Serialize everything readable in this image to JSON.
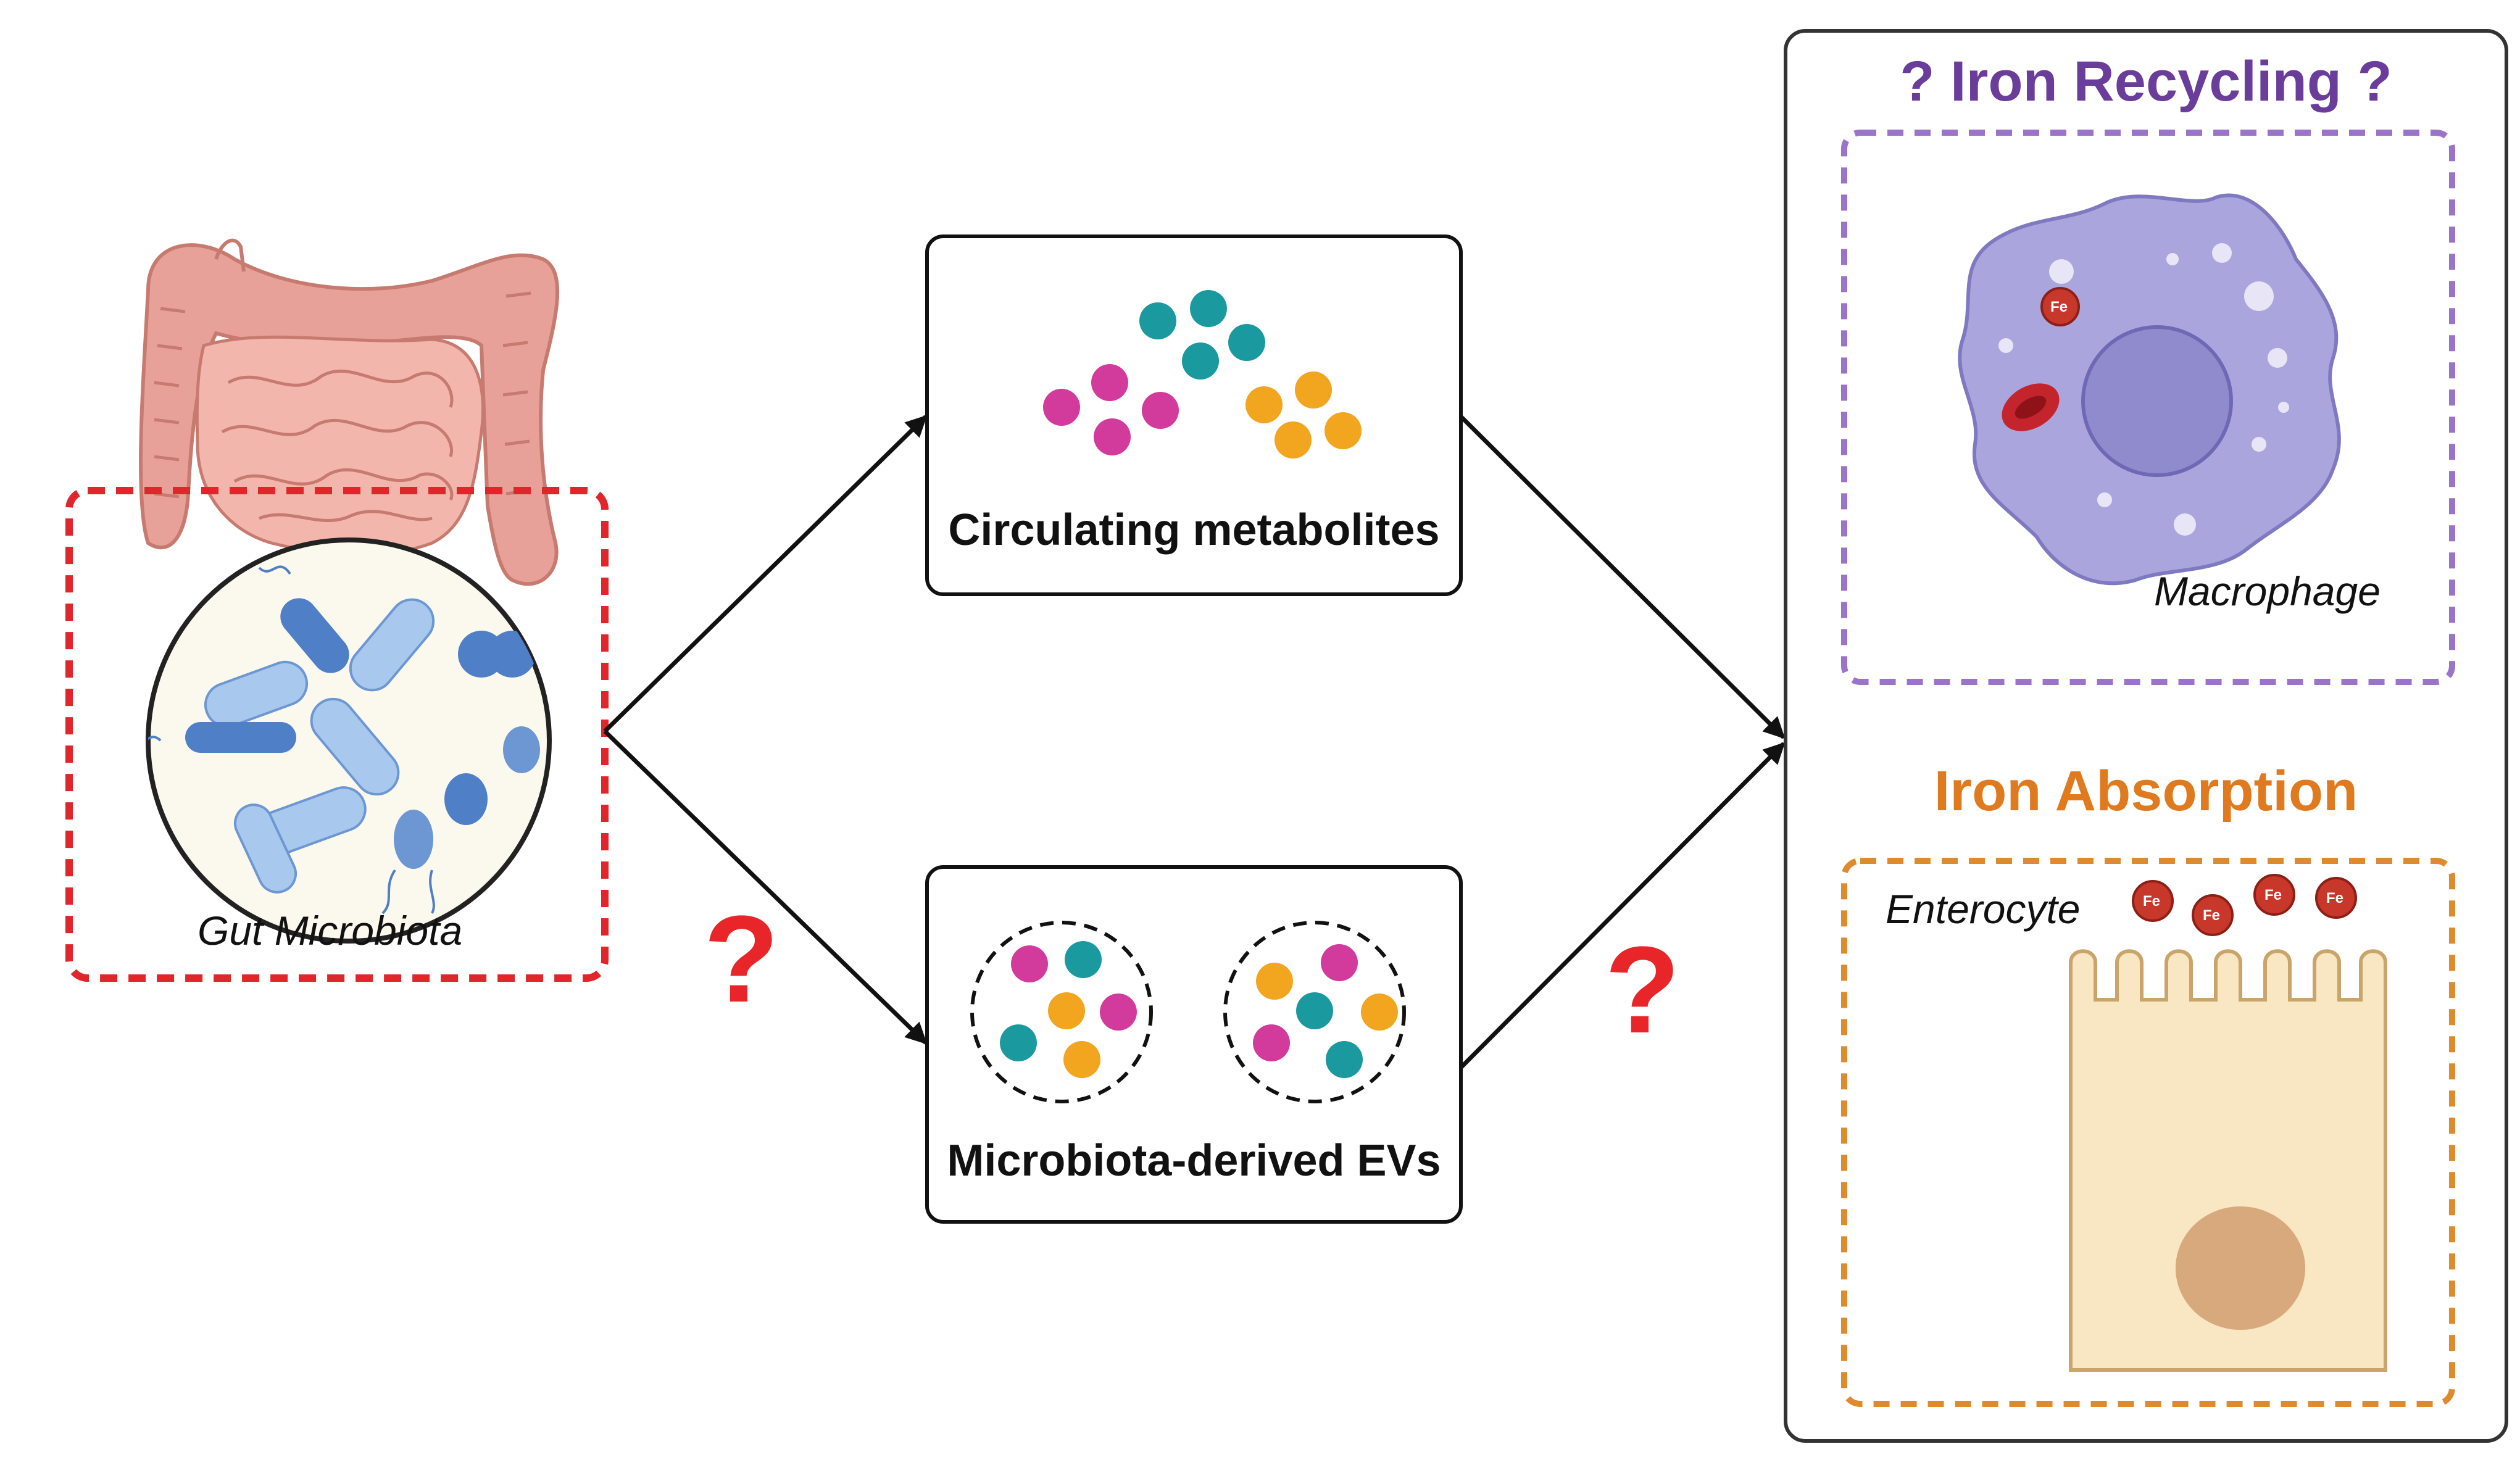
{
  "source": {
    "label": "Gut Microbiota",
    "colors": {
      "dashed_border": "#e0262a",
      "bacteria_dark": "#4f7fc6",
      "bacteria_light": "#a9c8ee",
      "intestine": "#e8a198"
    }
  },
  "pathways": [
    {
      "id": "metabolites",
      "label": "Circulating metabolites"
    },
    {
      "id": "evs",
      "label": "Microbiota-derived EVs"
    }
  ],
  "question_marks": [
    "?",
    "?"
  ],
  "targets": {
    "recycling": {
      "title": "? Iron Recycling ?",
      "title_color": "#6a3d9a",
      "cell_label": "Macrophage",
      "iron_label": "Fe",
      "border_color": "#9a74c9"
    },
    "absorption": {
      "title": "Iron Absorption",
      "title_color": "#e07a1f",
      "cell_label": "Enterocyte",
      "iron_labels": [
        "Fe",
        "Fe",
        "Fe",
        "Fe"
      ],
      "border_color": "#e08a2e"
    }
  },
  "palette": {
    "magenta": "#d23a9c",
    "teal": "#1a9a9f",
    "orange": "#f2a51e",
    "arrow": "#111111",
    "question": "#e8262a"
  }
}
